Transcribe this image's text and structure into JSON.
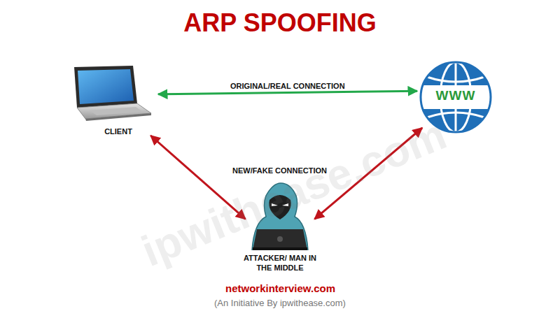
{
  "diagram": {
    "title": "ARP SPOOFING",
    "nodes": [
      {
        "text": [
          "CLIENT"
        ]
      },
      {
        "text": [
          "WWW"
        ]
      },
      {
        "text": [
          "ATTACKER/ MAN IN THE MIDDLE"
        ]
      }
    ],
    "edges": [
      {
        "from": 0,
        "to": 1,
        "arrow": "both",
        "label": "ORIGINAL/REAL CONNECTION"
      },
      {
        "from": 0,
        "to": 2,
        "arrow": "both"
      },
      {
        "from": 2,
        "to": 1,
        "arrow": "both"
      }
    ],
    "labels": [
      "NEW/FAKE CONNECTION",
      "ipwithease.com",
      "networkinterview.com",
      "(An Initiative By ipwithease.com)"
    ]
  }
}
